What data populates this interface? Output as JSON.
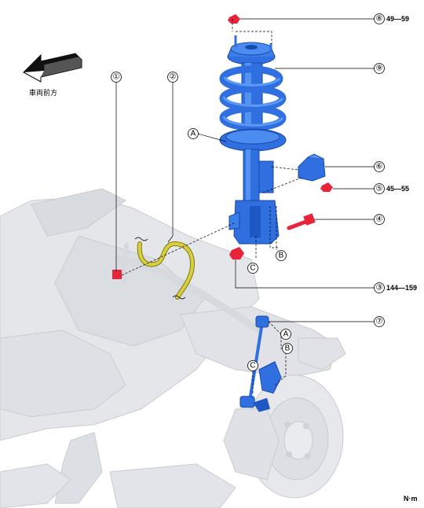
{
  "direction_label": "車両前方",
  "unit_label": "N·m",
  "callouts": [
    {
      "num": "①"
    },
    {
      "num": "②"
    },
    {
      "num": "③",
      "torque": "144—159"
    },
    {
      "num": "④"
    },
    {
      "num": "⑤",
      "torque": "45—55"
    },
    {
      "num": "⑥"
    },
    {
      "num": "⑦"
    },
    {
      "num": "⑧",
      "torque": "49—59"
    },
    {
      "num": "⑨"
    }
  ],
  "letters": {
    "a_strut": "A",
    "b_strut": "B",
    "c_strut": "C",
    "a_link": "A",
    "b_link": "B",
    "c_link": "C"
  },
  "colors": {
    "strut_blue": "#2f6fe0",
    "bolt_red": "#e8243a",
    "hose_yellow": "#d9cf3a",
    "background_parts": "#e4e6ea"
  }
}
